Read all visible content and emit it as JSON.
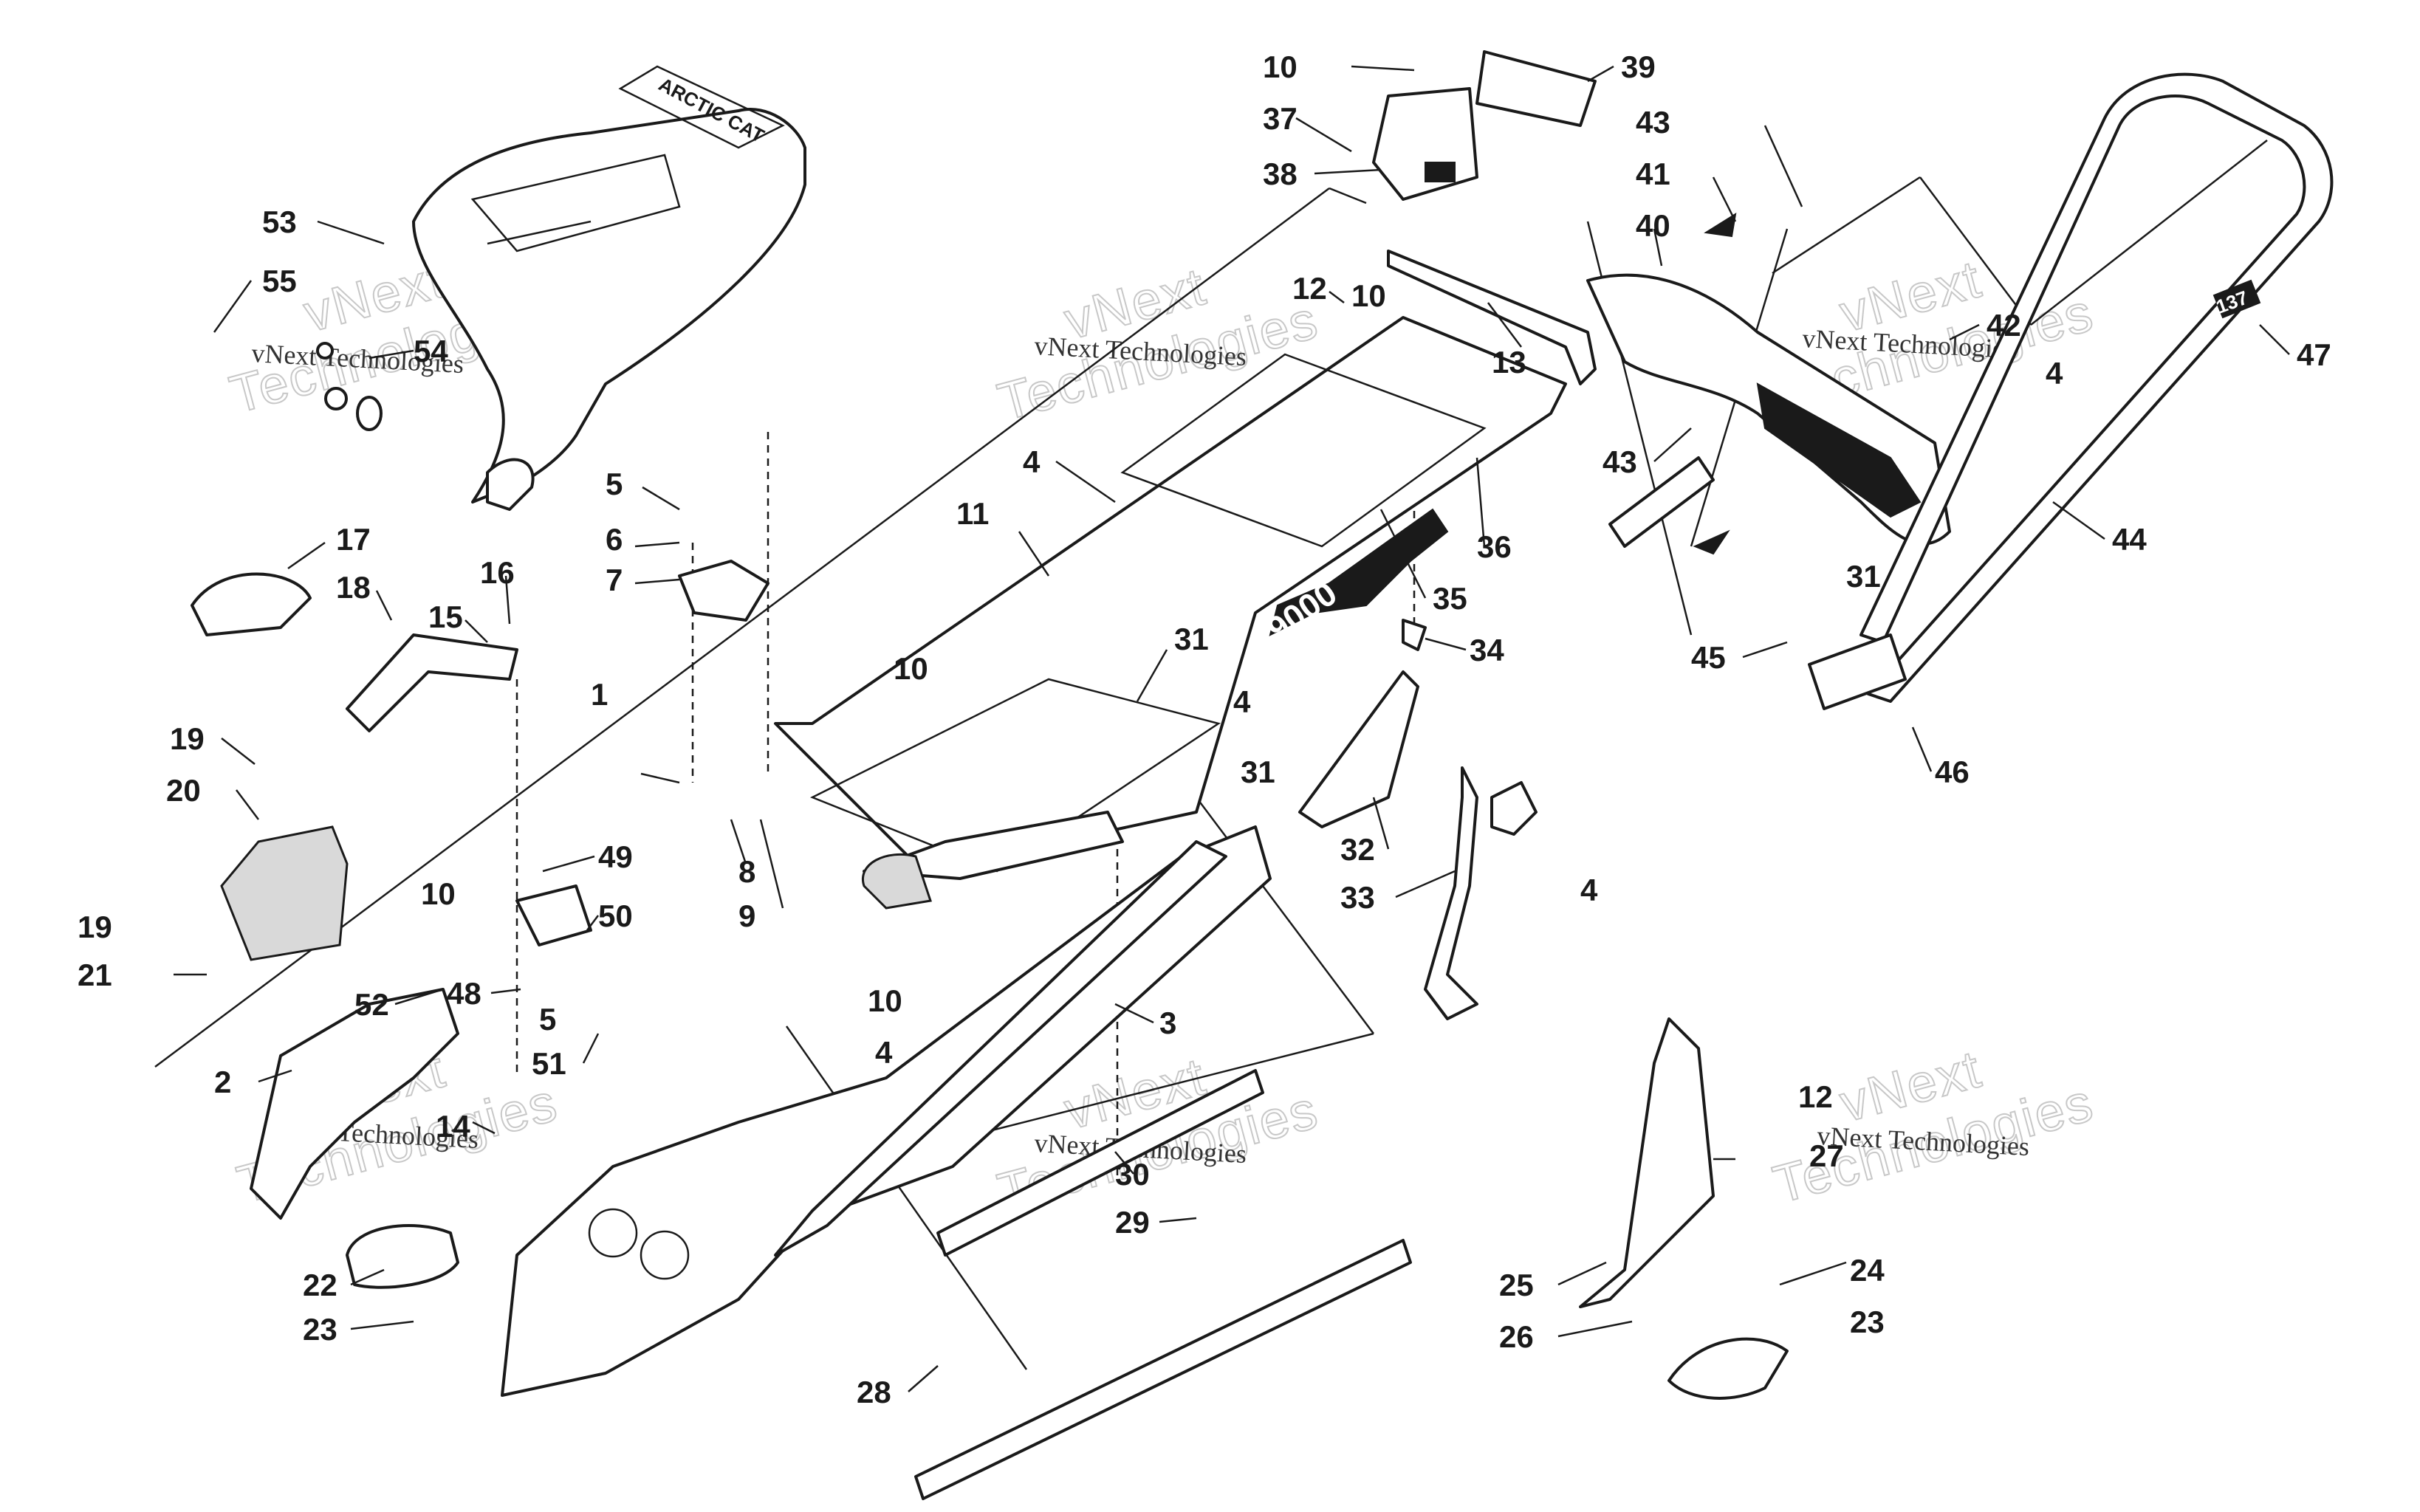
{
  "diagram": {
    "callouts": [
      "1",
      "2",
      "3",
      "4",
      "5",
      "6",
      "7",
      "8",
      "9",
      "10",
      "11",
      "12",
      "13",
      "14",
      "15",
      "16",
      "17",
      "18",
      "19",
      "20",
      "21",
      "22",
      "23",
      "24",
      "25",
      "26",
      "27",
      "28",
      "29",
      "30",
      "31",
      "32",
      "33",
      "34",
      "35",
      "36",
      "37",
      "38",
      "39",
      "40",
      "41",
      "42",
      "43",
      "44",
      "45",
      "46",
      "47",
      "48",
      "49",
      "50",
      "51",
      "52",
      "53",
      "54",
      "55"
    ],
    "watermark": {
      "company": "vNext Technologies",
      "brand_top": "vNext",
      "brand_bottom": "Technologies"
    },
    "decals": {
      "seat_logo": "ARCTIC CAT",
      "tunnel_model": "9000",
      "rail_size": "137"
    }
  }
}
